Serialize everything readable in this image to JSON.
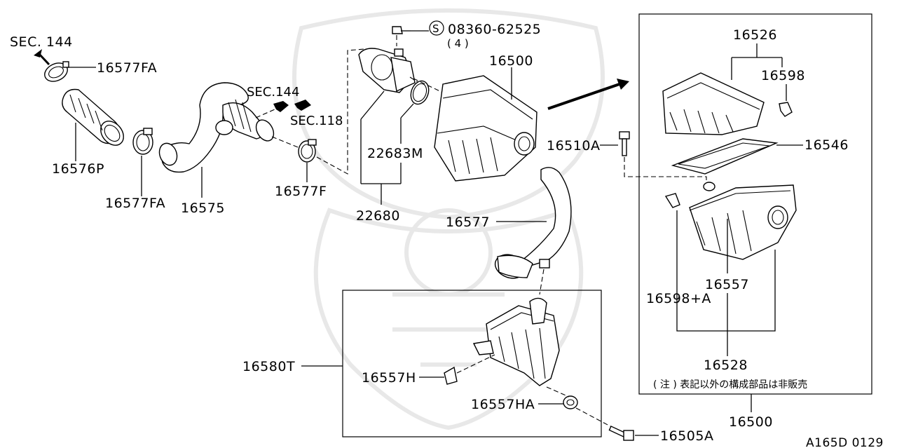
{
  "labels": {
    "sec144_left": "SEC. 144",
    "p16577FA_top": "16577FA",
    "p16576P": "16576P",
    "p16577FA_bottom": "16577FA",
    "p16575": "16575",
    "sec144_mid": "SEC.144",
    "sec118": "SEC.118",
    "p16577F": "16577F",
    "bolt_code": "08360-62525",
    "bolt_s": "S",
    "bolt_qty": "( 4 )",
    "p22683M": "22683M",
    "p22680": "22680",
    "p16500_top": "16500",
    "p16577": "16577",
    "p16510A": "16510A",
    "p16526": "16526",
    "p16598": "16598",
    "p16546": "16546",
    "p16557": "16557",
    "p16598A": "16598+A",
    "p16528": "16528",
    "note": "( 注 ) 表記以外の構成部品は非販売",
    "p16500_bottom": "16500",
    "p16580T": "16580T",
    "p16557H": "16557H",
    "p16557HA": "16557HA",
    "p16505A": "16505A",
    "code": "A165D 0129"
  }
}
